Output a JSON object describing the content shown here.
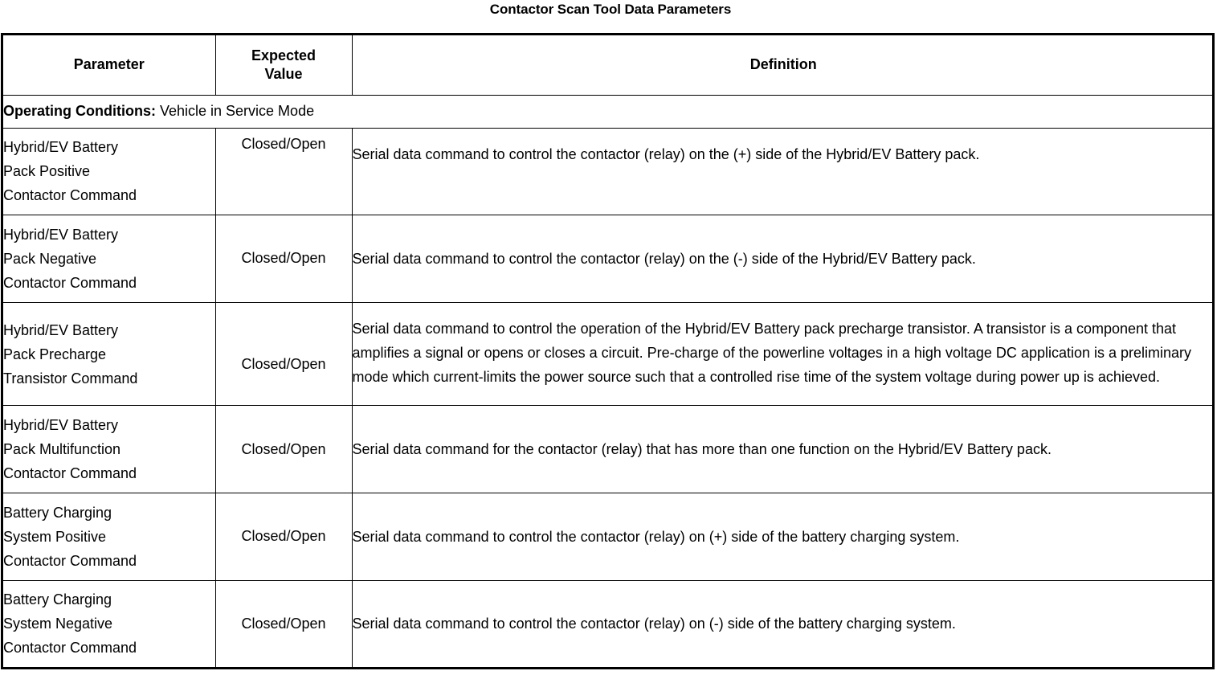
{
  "title": "Contactor Scan Tool Data Parameters",
  "table": {
    "headers": {
      "parameter": "Parameter",
      "expected_value_line1": "Expected",
      "expected_value_line2": "Value",
      "definition": "Definition"
    },
    "operating_conditions": {
      "label": "Operating Conditions:",
      "value": " Vehicle in Service Mode"
    },
    "rows": [
      {
        "parameter_line1": "Hybrid/EV Battery",
        "parameter_line2": "Pack Positive",
        "parameter_line3": "Contactor Command",
        "expected_value": "Closed/Open",
        "definition": "Serial data command to control the contactor (relay) on the (+) side of the Hybrid/EV Battery pack."
      },
      {
        "parameter_line1": "Hybrid/EV Battery",
        "parameter_line2": "Pack Negative",
        "parameter_line3": "Contactor Command",
        "expected_value": "Closed/Open",
        "definition": "Serial data command to control the contactor (relay) on the (-) side of the Hybrid/EV Battery pack."
      },
      {
        "parameter_line1": "Hybrid/EV Battery",
        "parameter_line2": "Pack Precharge",
        "parameter_line3": "Transistor Command",
        "expected_value": "Closed/Open",
        "definition": "Serial data command to control the operation of the Hybrid/EV Battery pack precharge transistor. A transistor is a component that amplifies a signal or opens or closes a circuit. Pre-charge of the powerline voltages in a high voltage DC application is a preliminary mode which current-limits the power source such that a controlled rise time of the system voltage during power up is achieved."
      },
      {
        "parameter_line1": "Hybrid/EV Battery",
        "parameter_line2": "Pack Multifunction",
        "parameter_line3": "Contactor Command",
        "expected_value": "Closed/Open",
        "definition": "Serial data command for the contactor (relay) that has more than one function on the Hybrid/EV Battery pack."
      },
      {
        "parameter_line1": "Battery Charging",
        "parameter_line2": "System Positive",
        "parameter_line3": "Contactor Command",
        "expected_value": "Closed/Open",
        "definition": "Serial data command to control the contactor (relay) on (+) side of the battery charging system."
      },
      {
        "parameter_line1": "Battery Charging",
        "parameter_line2": "System Negative",
        "parameter_line3": "Contactor Command",
        "expected_value": "Closed/Open",
        "definition": "Serial data command to control the contactor (relay) on (-) side of the battery charging system."
      }
    ]
  }
}
